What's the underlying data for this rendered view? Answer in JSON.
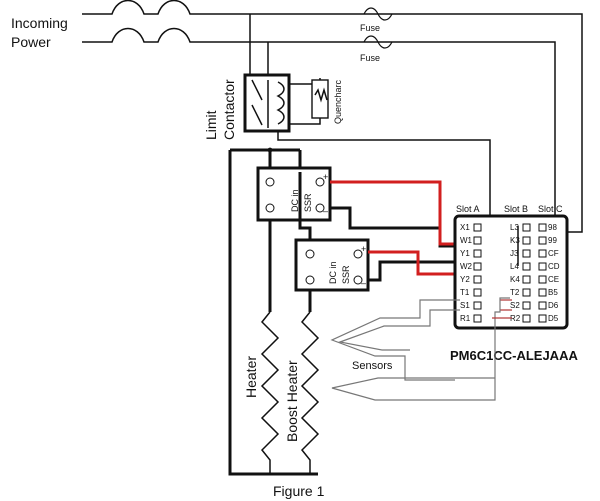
{
  "labels": {
    "incoming_power_line1": "Incoming",
    "incoming_power_line2": "Power",
    "fuse_top": "Fuse",
    "fuse_bottom": "Fuse",
    "limit": "Limit",
    "contactor": "Contactor",
    "quencharc": "Quencharc",
    "dc_in": "DC in",
    "ssr": "SSR",
    "heater": "Heater",
    "boost_heater": "Boost Heater",
    "sensors": "Sensors",
    "part_number": "PM6C1CC-ALEJAAA",
    "figure": "Figure 1",
    "plus": "+",
    "minus": "–"
  },
  "slots": {
    "slot_a": "Slot A",
    "slot_b": "Slot B",
    "slot_c": "Slot C",
    "slot_a_pins": [
      "X1",
      "W1",
      "Y1",
      "W2",
      "Y2",
      "T1",
      "S1",
      "R1"
    ],
    "slot_b_pins": [
      "L3",
      "K3",
      "J3",
      "L4",
      "K4",
      "T2",
      "S2",
      "R2"
    ],
    "slot_c_pins": [
      "98",
      "99",
      "CF",
      "CD",
      "CE",
      "B5",
      "D6",
      "D5"
    ]
  },
  "colors": {
    "wire": "#111111",
    "signal_wire": "#d21f1f",
    "sensor_wire": "#777777"
  }
}
